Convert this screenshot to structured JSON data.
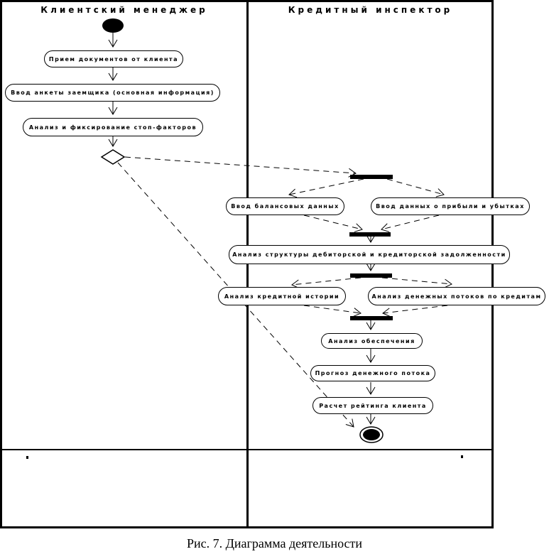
{
  "figure": {
    "caption": "Рис. 7. Диаграмма деятельности"
  },
  "diagram": {
    "type": "uml-activity-diagram",
    "lanes": [
      {
        "title": "Клиентский менеджер"
      },
      {
        "title": "Кредитный инспектор"
      }
    ],
    "nodes": [
      {
        "label": "Прием документов от клиента"
      },
      {
        "label": "Ввод анкеты заемщика (основная информация)"
      },
      {
        "label": "Анализ и фиксирование стоп-факторов"
      },
      {
        "label": "Ввод балансовых данных"
      },
      {
        "label": "Ввод данных о прибыли и убытках"
      },
      {
        "label": "Анализ структуры дебиторской и кредиторской задолженности"
      },
      {
        "label": "Анализ кредитной истории"
      },
      {
        "label": "Анализ денежных потоков по кредитам"
      },
      {
        "label": "Анализ обеспечения"
      },
      {
        "label": "Прогноз денежного потока"
      },
      {
        "label": "Расчет рейтинга клиента"
      }
    ],
    "colors": {
      "line": "#000000",
      "fill": "#ffffff"
    }
  }
}
